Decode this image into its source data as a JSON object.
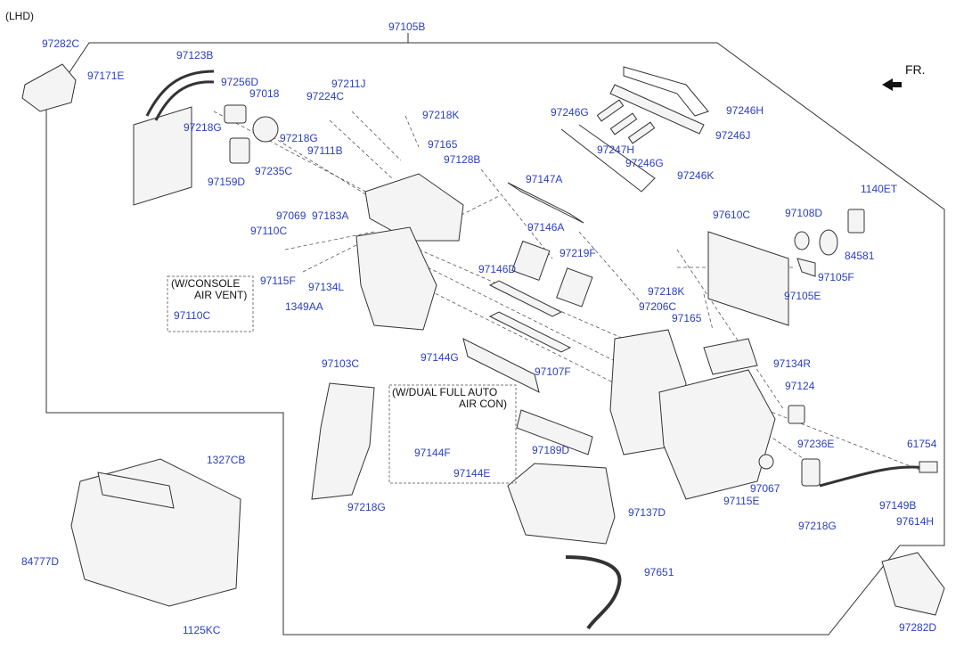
{
  "header": {
    "variant": "(LHD)",
    "assembly": "97105B",
    "direction": "FR."
  },
  "colors": {
    "label": "#2a3fbf",
    "line": "#333333"
  },
  "notes": {
    "console_line1": "(W/CONSOLE",
    "console_line2": "AIR VENT)",
    "dual_line1": "(W/DUAL FULL AUTO",
    "dual_line2": "AIR CON)"
  },
  "parts": {
    "p97282C": "97282C",
    "p97171E": "97171E",
    "p97123B": "97123B",
    "p97256D": "97256D",
    "p97018": "97018",
    "p97218G_a": "97218G",
    "p97159D": "97159D",
    "p97224C": "97224C",
    "p97211J": "97211J",
    "p97218K_a": "97218K",
    "p97218G_b": "97218G",
    "p97111B": "97111B",
    "p97165_a": "97165",
    "p97235C": "97235C",
    "p97128B": "97128B",
    "p97069": "97069",
    "p97183A": "97183A",
    "p97110C_a": "97110C",
    "p97115F": "97115F",
    "p97134L": "97134L",
    "p97110C_b": "97110C",
    "p1349AA": "1349AA",
    "p97246G_a": "97246G",
    "p97246H": "97246H",
    "p97247H": "97247H",
    "p97246J": "97246J",
    "p97246G_b": "97246G",
    "p97246K": "97246K",
    "p97147A": "97147A",
    "p97146A": "97146A",
    "p97219F": "97219F",
    "p97146D": "97146D",
    "p1140ET": "1140ET",
    "p97610C": "97610C",
    "p97108D": "97108D",
    "p84581": "84581",
    "p97105F": "97105F",
    "p97105E": "97105E",
    "p97218K_b": "97218K",
    "p97206C": "97206C",
    "p97165_b": "97165",
    "p97134R": "97134R",
    "p97124": "97124",
    "p97103C": "97103C",
    "p97144G": "97144G",
    "p97107F": "97107F",
    "p97189D": "97189D",
    "p97144F": "97144F",
    "p97144E": "97144E",
    "p97236E": "97236E",
    "p61754": "61754",
    "p97218G_c": "97218G",
    "p97067": "97067",
    "p97115E": "97115E",
    "p97149B": "97149B",
    "p97614H": "97614H",
    "p97218G_d": "97218G",
    "p97137D": "97137D",
    "p97651": "97651",
    "p97282D": "97282D",
    "p1327CB": "1327CB",
    "p84777D": "84777D",
    "p1125KC": "1125KC"
  }
}
